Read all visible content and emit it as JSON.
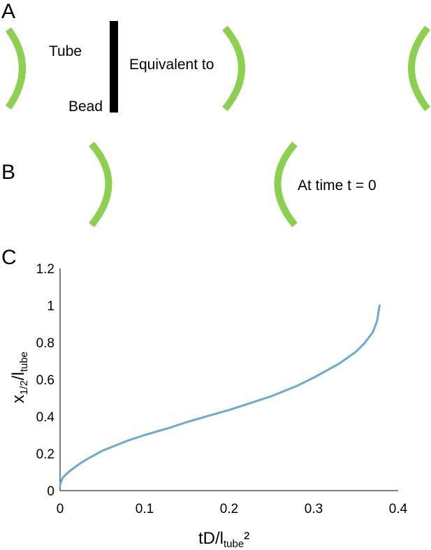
{
  "panels": {
    "a": {
      "label": "A",
      "tube_label": "Tube",
      "bead_label": "Bead",
      "equivalent_label": "Equivalent to"
    },
    "b": {
      "label": "B",
      "time_label": "At time t = 0"
    },
    "c": {
      "label": "C"
    }
  },
  "colors": {
    "membrane": "#8cd050",
    "tube": "#c8e4b4",
    "curve": "#6aa9d8"
  },
  "chart_data": {
    "type": "line",
    "title": "",
    "xlabel": {
      "main": "tD/l",
      "sub": "tube",
      "suffix": "²"
    },
    "ylabel": {
      "main": "x",
      "sub1": "1/2",
      "mid": "/l",
      "sub2": "tube"
    },
    "xlim": [
      0,
      0.4
    ],
    "ylim": [
      0,
      1.2
    ],
    "xticks": [
      "0",
      "0.1",
      "0.2",
      "0.3",
      "0.4"
    ],
    "yticks": [
      "0",
      "0.2",
      "0.4",
      "0.6",
      "0.8",
      "1",
      "1.2"
    ],
    "grid": false,
    "series": [
      {
        "x": [
          0,
          0.003,
          0.01,
          0.02,
          0.03,
          0.05,
          0.08,
          0.1,
          0.13,
          0.15,
          0.18,
          0.2,
          0.22,
          0.25,
          0.28,
          0.3,
          0.33,
          0.35,
          0.36,
          0.37,
          0.375,
          0.378
        ],
        "y": [
          0.03,
          0.07,
          0.1,
          0.135,
          0.165,
          0.215,
          0.27,
          0.3,
          0.34,
          0.37,
          0.41,
          0.435,
          0.465,
          0.51,
          0.565,
          0.61,
          0.685,
          0.75,
          0.795,
          0.855,
          0.915,
          1.0
        ]
      }
    ]
  }
}
